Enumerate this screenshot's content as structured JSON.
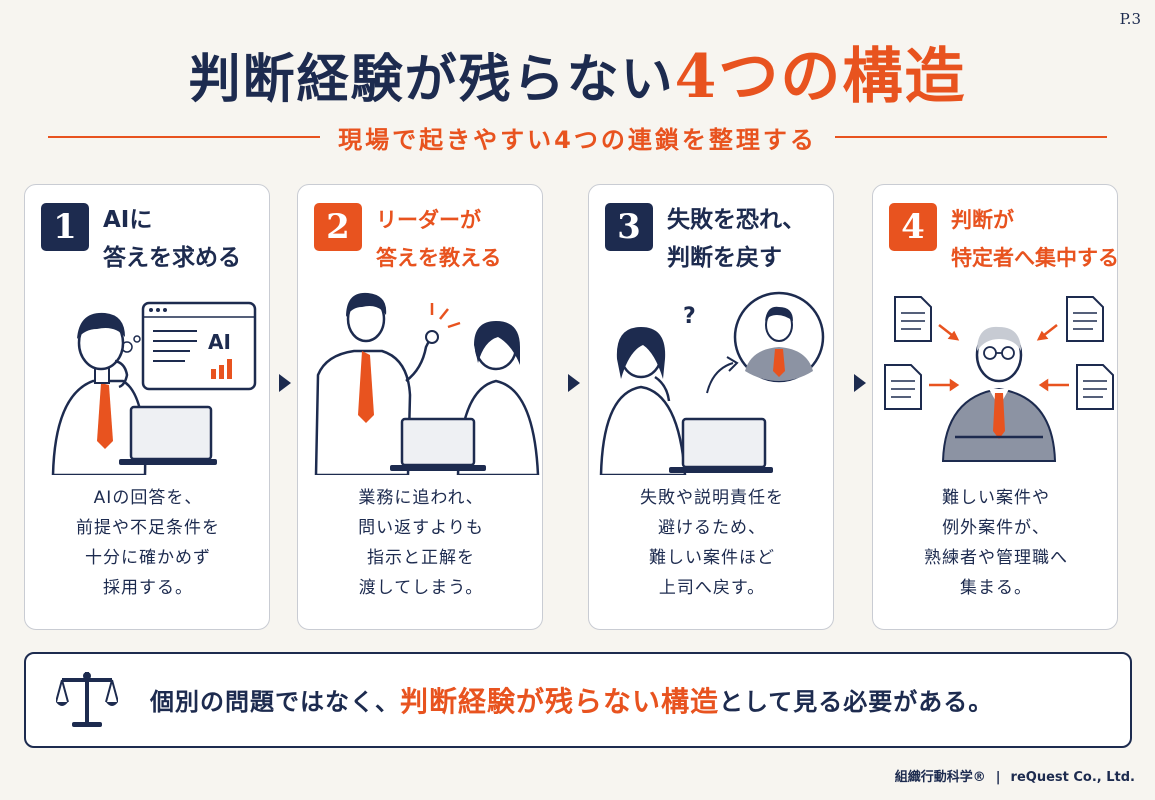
{
  "page_number": "P.3",
  "title": {
    "part1": "判断経験が残らない",
    "part2": "4つの構造"
  },
  "subtitle": "現場で起きやすい4つの連鎖を整理する",
  "panels": [
    {
      "number": "1",
      "heading": [
        "AIに",
        "答えを求める"
      ],
      "screen_label": "AI",
      "description": [
        "AIの回答を、",
        "前提や不足条件を",
        "十分に確かめず",
        "採用する。"
      ]
    },
    {
      "number": "2",
      "heading": [
        "リーダーが",
        "答えを教える"
      ],
      "description": [
        "業務に追われ、",
        "問い返すよりも",
        "指示と正解を",
        "渡してしまう。"
      ]
    },
    {
      "number": "3",
      "heading": [
        "失敗を恐れ、",
        "判断を戻す"
      ],
      "question_mark": "?",
      "description": [
        "失敗や説明責任を",
        "避けるため、",
        "難しい案件ほど",
        "上司へ戻す。"
      ]
    },
    {
      "number": "4",
      "heading": [
        "判断が",
        "特定者へ集中する"
      ],
      "description": [
        "難しい案件や",
        "例外案件が、",
        "熟練者や管理職へ",
        "集まる。"
      ]
    }
  ],
  "bottom_message": {
    "before": "個別の問題ではなく、",
    "emphasis": "判断経験が残らない構造",
    "after": "として見る必要がある。"
  },
  "footer": {
    "left": "組織行動科学®",
    "separator": "|",
    "right": "reQuest Co., Ltd."
  },
  "colors": {
    "navy": "#1d2b4f",
    "orange": "#e8531f",
    "background": "#f7f5f0"
  }
}
